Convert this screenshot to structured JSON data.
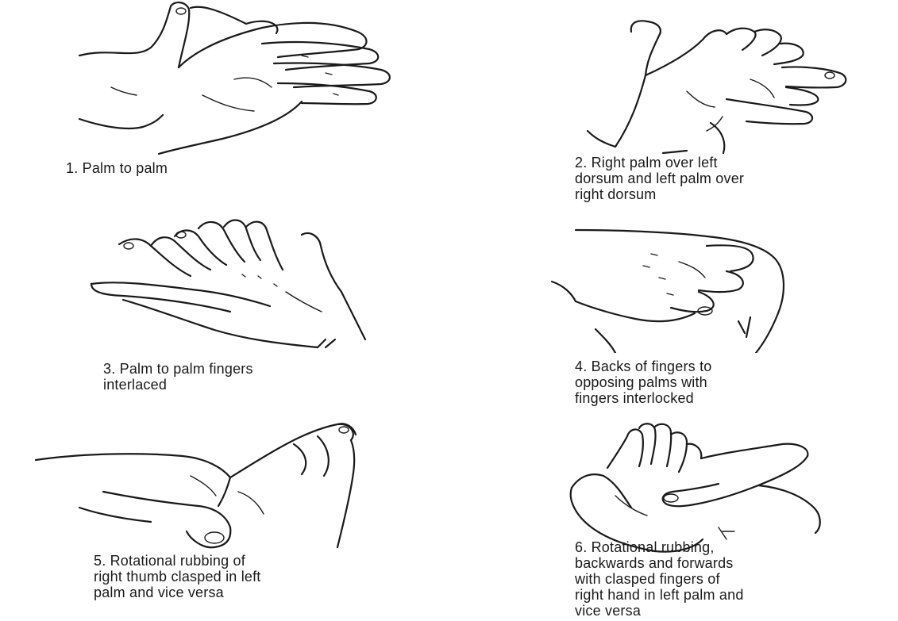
{
  "steps": [
    {
      "number": "1.",
      "lines": [
        "Palm to palm"
      ],
      "icon": "palm-to-palm-hands-icon"
    },
    {
      "number": "2.",
      "lines": [
        "Right palm over left",
        "dorsum and left palm over",
        "right dorsum"
      ],
      "icon": "palm-over-dorsum-hands-icon"
    },
    {
      "number": "3.",
      "lines": [
        "Palm to palm fingers",
        "interlaced"
      ],
      "icon": "fingers-interlaced-hands-icon"
    },
    {
      "number": "4.",
      "lines": [
        "Backs of fingers to",
        "opposing palms with",
        "fingers interlocked"
      ],
      "icon": "fingers-interlocked-hands-icon"
    },
    {
      "number": "5.",
      "lines": [
        "Rotational rubbing of",
        "right thumb clasped in left",
        "palm and vice versa"
      ],
      "icon": "thumb-clasped-hands-icon"
    },
    {
      "number": "6.",
      "lines": [
        "Rotational rubbing,",
        "backwards and forwards",
        "with clasped fingers of",
        "right hand in left palm and",
        "vice versa"
      ],
      "icon": "clasped-fingers-in-palm-hands-icon"
    }
  ]
}
